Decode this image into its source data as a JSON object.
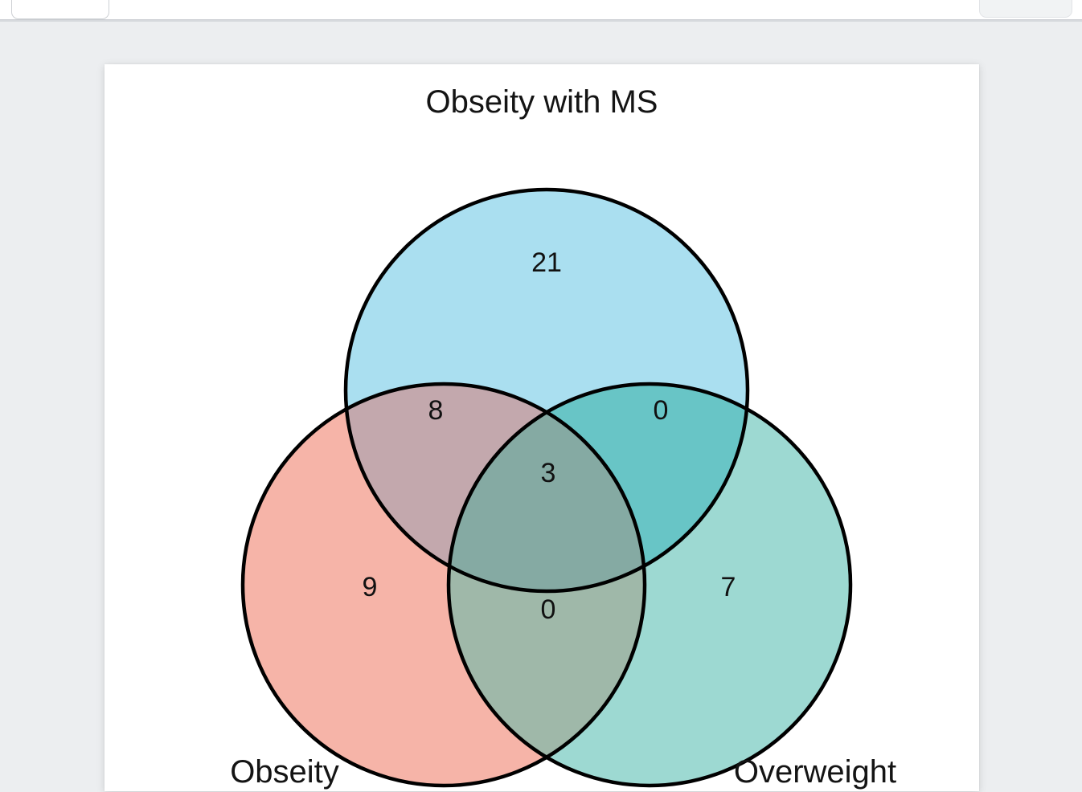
{
  "browser": {
    "tab_left_name": "browser-tab",
    "tab_right_name": "browser-tab-secondary"
  },
  "figure": {
    "title": "Obseity with MS",
    "left_label": "Obseity",
    "right_label": "Overweight",
    "colors": {
      "top_circle": "#aadff0",
      "left_circle": "#f6b4a8",
      "right_circle": "#9dd9d2",
      "outline": "#000000",
      "card_background": "#ffffff",
      "page_background": "#eceef0"
    }
  },
  "chart_data": {
    "type": "venn",
    "title": "Obseity with MS",
    "sets": [
      "Obseity with MS",
      "Obseity",
      "Overweight"
    ],
    "set_labels": {
      "top": "Obseity with MS",
      "left": "Obseity",
      "right": "Overweight"
    },
    "regions": [
      {
        "id": "top_only",
        "sets": [
          "Obseity with MS"
        ],
        "value": 21
      },
      {
        "id": "left_only",
        "sets": [
          "Obseity"
        ],
        "value": 9
      },
      {
        "id": "right_only",
        "sets": [
          "Overweight"
        ],
        "value": 7
      },
      {
        "id": "top_left",
        "sets": [
          "Obseity with MS",
          "Obseity"
        ],
        "value": 8
      },
      {
        "id": "top_right",
        "sets": [
          "Obseity with MS",
          "Overweight"
        ],
        "value": 0
      },
      {
        "id": "left_right",
        "sets": [
          "Obseity",
          "Overweight"
        ],
        "value": 0
      },
      {
        "id": "all_three",
        "sets": [
          "Obseity with MS",
          "Obseity",
          "Overweight"
        ],
        "value": 3
      }
    ],
    "values": {
      "top_only": "21",
      "left_only": "9",
      "right_only": "7",
      "top_left": "8",
      "top_right": "0",
      "left_right": "0",
      "all_three": "3"
    },
    "legend": "none",
    "grid": false
  }
}
